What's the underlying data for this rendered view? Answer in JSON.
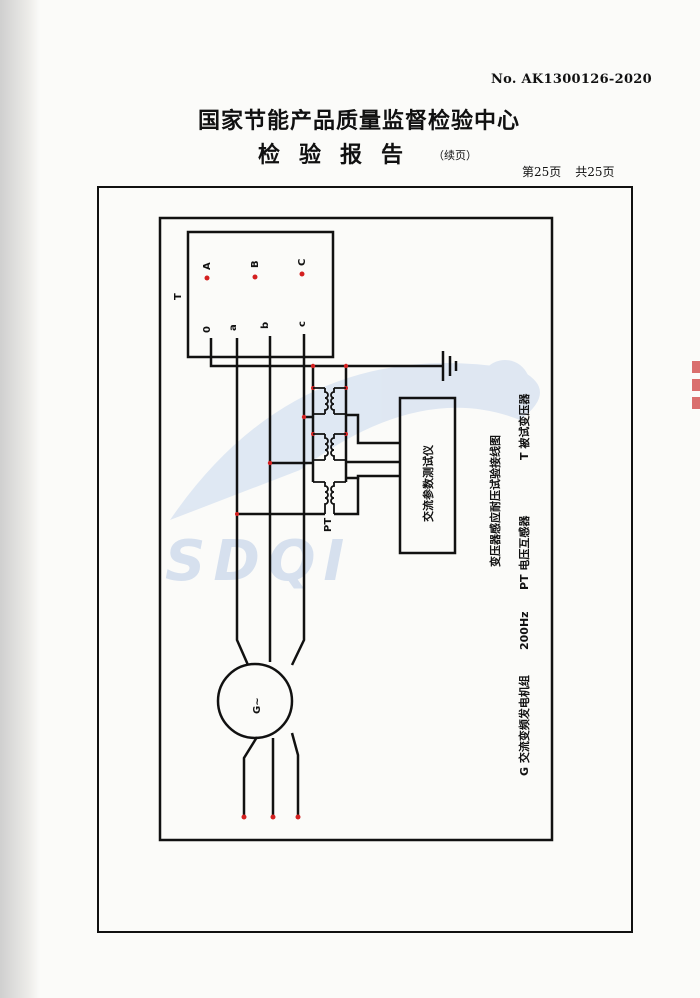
{
  "header": {
    "report_number": "No. AK1300126-2020",
    "organization": "国家节能产品质量监督检验中心",
    "report_title": "检验报告",
    "continued": "（续页）",
    "page_current": "第25页",
    "page_total": "共25页"
  },
  "diagram": {
    "transformer_label": "T",
    "hv_terminals": [
      "A",
      "B",
      "C"
    ],
    "lv_terminals": [
      "0",
      "a",
      "b",
      "c"
    ],
    "pt_label": "PT",
    "instrument_label": "交流参数测试仪",
    "generator_symbol": "G~",
    "title": "变压器感应耐压试验接线图",
    "legend": {
      "t": "T  被试变压器",
      "pt": "PT  电压互感器",
      "freq": "200Hz",
      "g": "G  交流变频发电机组"
    }
  },
  "watermark": {
    "text": "SDQI",
    "color": "#b8cbe6"
  },
  "colors": {
    "terminal": "#d42020",
    "line": "#111111"
  }
}
